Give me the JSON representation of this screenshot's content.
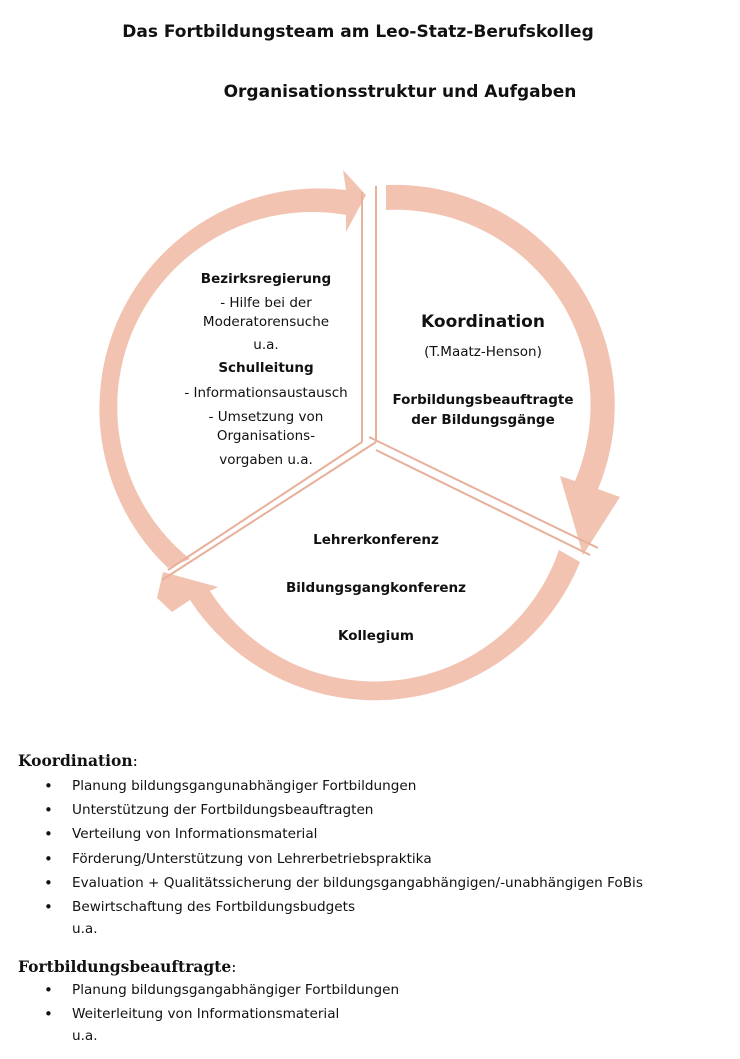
{
  "header": {
    "title": "Das Fortbildungsteam am Leo-Statz-Berufskolleg",
    "subtitle": "Organisationsstruktur und Aufgaben"
  },
  "diagram": {
    "arrow_color": "#f3c3b2",
    "segments": {
      "left": {
        "lines": [
          {
            "text": "Bezirksregierung",
            "bold": true
          },
          {
            "text": "- Hilfe bei der",
            "bold": false
          },
          {
            "text": "Moderatorensuche",
            "bold": false
          },
          {
            "text": "u.a.",
            "bold": false
          },
          {
            "text": "Schulleitung",
            "bold": true
          },
          {
            "text": "- Informationsaustausch",
            "bold": false
          },
          {
            "text": "- Umsetzung von",
            "bold": false
          },
          {
            "text": "Organisations-",
            "bold": false
          },
          {
            "text": "vorgaben u.a.",
            "bold": false
          }
        ]
      },
      "right": {
        "title": "Koordination",
        "person": "(T.Maatz-Henson)",
        "line1": "Forbildungsbeauftragte",
        "line2": "der Bildungsgänge"
      },
      "bottom": {
        "lines": [
          "Lehrerkonferenz",
          "Bildungsgangkonferenz",
          "Kollegium"
        ]
      }
    }
  },
  "sections": {
    "koordination": {
      "heading": "Koordination",
      "items": [
        "Planung bildungsgangunabhängiger Fortbildungen",
        "Unterstützung der Fortbildungsbeauftragten",
        "Verteilung von Informationsmaterial",
        "Förderung/Unterstützung von Lehrerbetriebspraktika",
        "Evaluation + Qualitätssicherung der bildungsgangabhängigen/-unabhängigen FoBis",
        "Bewirtschaftung des Fortbildungsbudgets"
      ],
      "trailer": "u.a."
    },
    "beauftragte": {
      "heading": "Fortbildungsbeauftragte",
      "items": [
        "Planung bildungsgangabhängiger Fortbildungen",
        "Weiterleitung von Informationsmaterial"
      ],
      "trailer": "u.a."
    }
  }
}
